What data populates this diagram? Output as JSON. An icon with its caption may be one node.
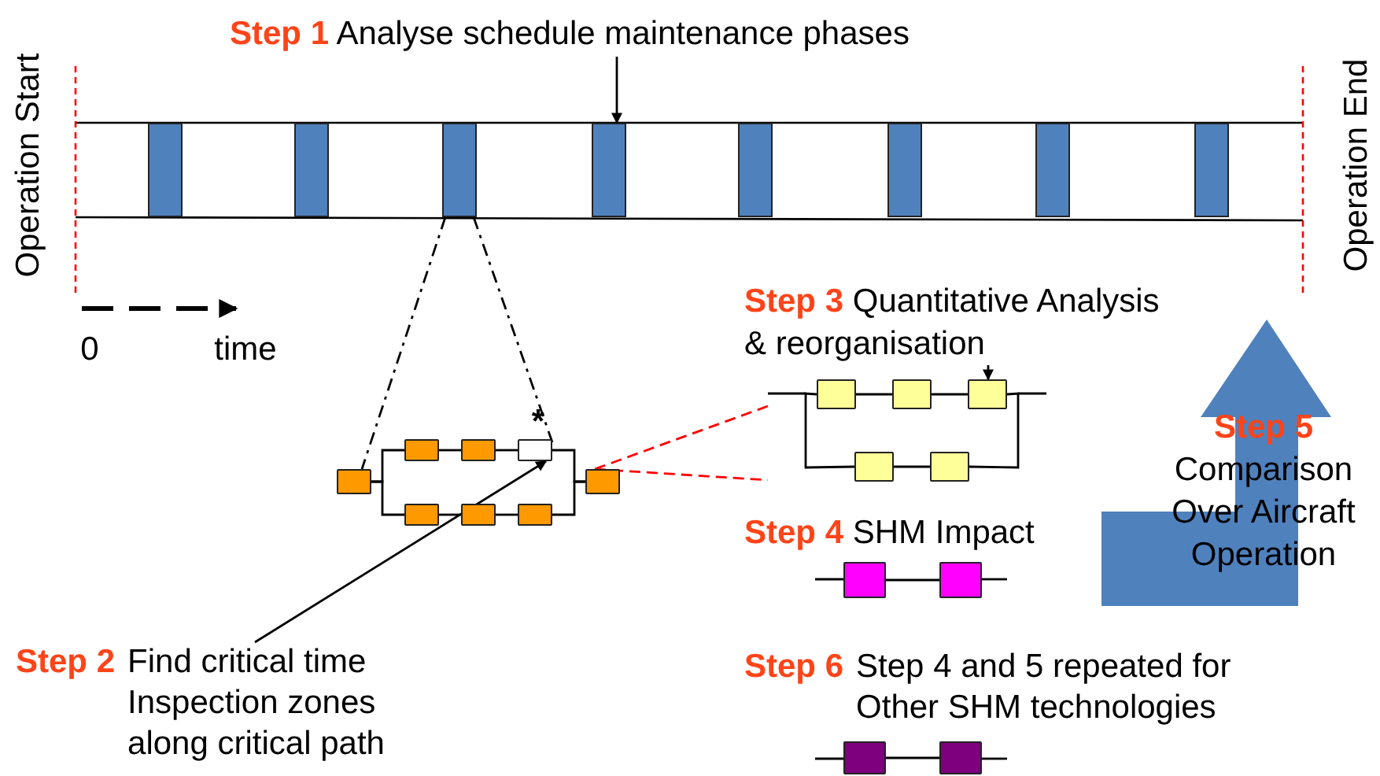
{
  "diagram": {
    "nodes": [
      {
        "text": [
          "Step 1",
          "Analyse schedule maintenance phases"
        ]
      },
      {
        "text": [],
        "shape": "bar"
      },
      {
        "text": [],
        "shape": "bar"
      },
      {
        "text": [],
        "shape": "bar"
      },
      {
        "text": [],
        "shape": "bar"
      },
      {
        "text": [],
        "shape": "bar"
      },
      {
        "text": [],
        "shape": "bar"
      },
      {
        "text": [],
        "shape": "bar"
      },
      {
        "text": [],
        "shape": "bar"
      },
      {
        "text": [
          "Step 2",
          "Find critical time Inspection zones along critical path"
        ]
      },
      {
        "text": [],
        "shape": "box"
      },
      {
        "text": [],
        "shape": "box"
      },
      {
        "text": [],
        "shape": "box"
      },
      {
        "text": [],
        "shape": "box"
      },
      {
        "text": [],
        "shape": "box"
      },
      {
        "text": [],
        "shape": "box"
      },
      {
        "text": [],
        "shape": "box"
      },
      {
        "text": [],
        "shape": "box"
      },
      {
        "text": [
          "Step 3",
          "Quantitative Analysis & reorganisation"
        ]
      },
      {
        "text": [],
        "shape": "box"
      },
      {
        "text": [],
        "shape": "box"
      },
      {
        "text": [],
        "shape": "box"
      },
      {
        "text": [],
        "shape": "box"
      },
      {
        "text": [],
        "shape": "box"
      },
      {
        "text": [
          "Step 4",
          "SHM Impact"
        ]
      },
      {
        "text": [],
        "shape": "box"
      },
      {
        "text": [],
        "shape": "box"
      },
      {
        "text": [
          "Step 5",
          "Comparison Over Aircraft Operation"
        ]
      },
      {
        "text": [
          "Step 6",
          "Step 4 and 5 repeated for Other SHM technologies"
        ]
      },
      {
        "text": [],
        "shape": "box"
      },
      {
        "text": [],
        "shape": "box"
      }
    ],
    "edges": [
      {
        "from": 0,
        "to": 4,
        "arrow": "to"
      },
      {
        "from": 3,
        "to": 10,
        "arrow": "none",
        "style": "dashed"
      },
      {
        "from": 3,
        "to": 13,
        "arrow": "none",
        "style": "dashed"
      },
      {
        "from": 9,
        "to": 13,
        "arrow": "to"
      },
      {
        "from": 10,
        "to": 11,
        "arrow": "none"
      },
      {
        "from": 10,
        "to": 14,
        "arrow": "none"
      },
      {
        "from": 11,
        "to": 12,
        "arrow": "none"
      },
      {
        "from": 12,
        "to": 13,
        "arrow": "none"
      },
      {
        "from": 13,
        "to": 17,
        "arrow": "none"
      },
      {
        "from": 14,
        "to": 15,
        "arrow": "none"
      },
      {
        "from": 15,
        "to": 16,
        "arrow": "none"
      },
      {
        "from": 16,
        "to": 17,
        "arrow": "none"
      },
      {
        "from": 17,
        "to": null,
        "arrow": "none",
        "style": "dashed",
        "color": "#ff0000"
      },
      {
        "from": 17,
        "to": null,
        "arrow": "none",
        "style": "dashed",
        "color": "#ff0000"
      },
      {
        "from": 18,
        "to": 21,
        "arrow": "to"
      },
      {
        "from": 19,
        "to": 20,
        "arrow": "none"
      },
      {
        "from": 20,
        "to": 21,
        "arrow": "none"
      },
      {
        "from": 19,
        "to": 22,
        "arrow": "none"
      },
      {
        "from": 22,
        "to": 23,
        "arrow": "none"
      },
      {
        "from": 21,
        "to": 23,
        "arrow": "none"
      },
      {
        "from": 25,
        "to": 26,
        "arrow": "none"
      },
      {
        "from": 29,
        "to": 30,
        "arrow": "none"
      }
    ],
    "labels": [
      "Operation Start",
      "Operation End",
      "0",
      "time",
      "*"
    ]
  }
}
